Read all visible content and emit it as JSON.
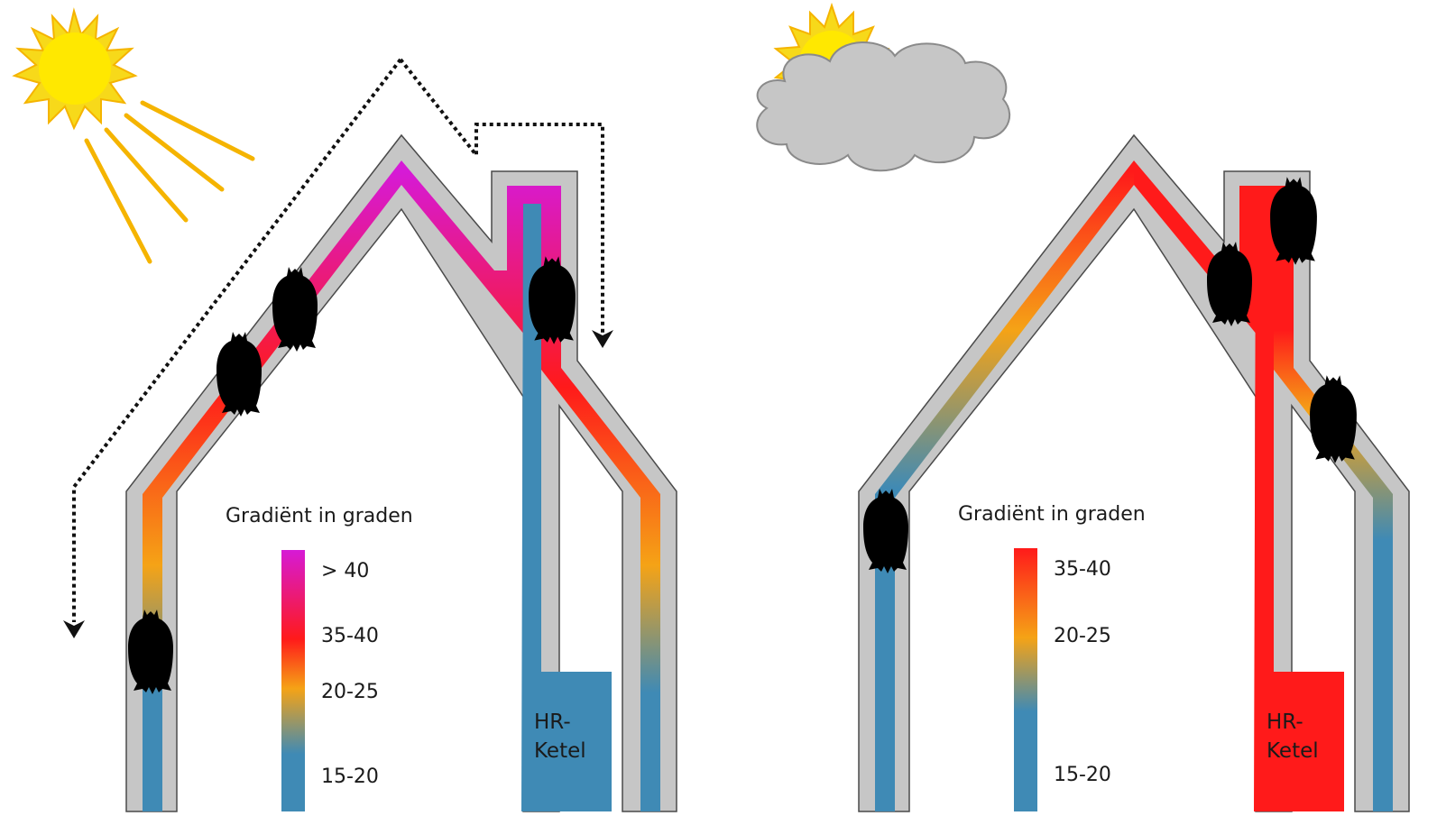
{
  "colors": {
    "wall": "#c6c6c6",
    "wall_outline": "#4a4a4a",
    "cool": "#3f8ab5",
    "warm_orange": "#f5a316",
    "hot_red": "#ff1a1a",
    "very_hot_magenta": "#d61ad6",
    "sun": "#f7d91a",
    "sun_ray": "#f5b400",
    "cloud": "#c6c6c6"
  },
  "icons": [
    "sun-icon",
    "cloud-icon",
    "bat-icon",
    "dotted-arrow-icon"
  ],
  "left_house": {
    "legend": {
      "title": "Gradiënt in graden",
      "labels": [
        "> 40",
        "35-40",
        "20-25",
        "15-20"
      ]
    },
    "boiler": {
      "line1": "HR-",
      "line2": "Ketel"
    }
  },
  "right_house": {
    "legend": {
      "title": "Gradiënt in graden",
      "labels": [
        "35-40",
        "20-25",
        "15-20"
      ]
    },
    "boiler": {
      "line1": "HR-",
      "line2": "Ketel"
    }
  }
}
